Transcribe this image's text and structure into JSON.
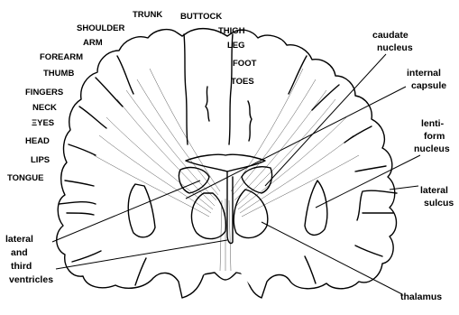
{
  "body_map": {
    "trunk": "TRUNK",
    "buttock": "BUTTOCK",
    "shoulder": "SHOULDER",
    "thigh": "THIGH",
    "arm": "ARM",
    "leg": "LEG",
    "forearm": "FOREARM",
    "foot": "FOOT",
    "thumb": "THUMB",
    "toes": "TOES",
    "fingers": "FINGERS",
    "neck": "NECK",
    "eyes": "ΞYES",
    "head": "HEAD",
    "lips": "LIPS",
    "tongue": "TONGUE"
  },
  "structures": {
    "caudate": [
      "caudate",
      "nucleus"
    ],
    "internal_capsule": [
      "internal",
      "capsule"
    ],
    "lentiform": [
      "lenti-",
      "form",
      "nucleus"
    ],
    "lateral_sulcus": [
      "lateral",
      "sulcus"
    ],
    "ventricles": [
      "lateral",
      "and",
      "third",
      "ventricles"
    ],
    "thalamus": "thalamus"
  }
}
